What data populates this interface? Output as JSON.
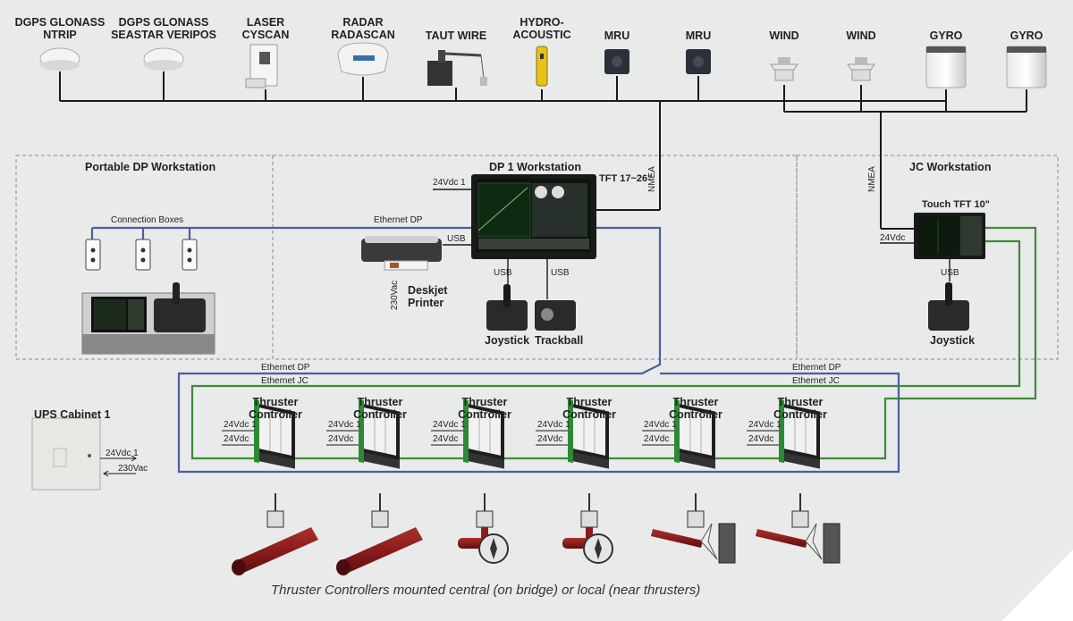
{
  "sensors": [
    {
      "label": "DGPS GLONASS\nNTRIP",
      "icon": "dome-antenna-icon"
    },
    {
      "label": "DGPS GLONASS\nSEASTAR VERIPOS",
      "icon": "dome-antenna-icon"
    },
    {
      "label": "LASER\nCYSCAN",
      "icon": "laser-sensor-icon"
    },
    {
      "label": "RADAR\nRADASCAN",
      "icon": "radar-dome-icon"
    },
    {
      "label": "TAUT WIRE",
      "icon": "taut-wire-icon"
    },
    {
      "label": "HYDRO-\nACOUSTIC",
      "icon": "hydro-acoustic-icon"
    },
    {
      "label": "MRU",
      "icon": "mru-icon"
    },
    {
      "label": "MRU",
      "icon": "mru-icon"
    },
    {
      "label": "WIND",
      "icon": "wind-sensor-icon"
    },
    {
      "label": "WIND",
      "icon": "wind-sensor-icon"
    },
    {
      "label": "GYRO",
      "icon": "gyro-icon"
    },
    {
      "label": "GYRO",
      "icon": "gyro-icon"
    }
  ],
  "zones": {
    "portable": "Portable DP Workstation",
    "dp1": "DP 1 Workstation",
    "jc": "JC Workstation"
  },
  "labels": {
    "connection_boxes": "Connection Boxes",
    "ethernet_dp": "Ethernet DP",
    "ethernet_jc": "Ethernet JC",
    "usb": "USB",
    "nmea": "NMEA",
    "v24_1": "24Vdc 1",
    "v24": "24Vdc",
    "v230": "230Vac",
    "tft_main": "TFT 17~26\"",
    "tft_touch": "Touch TFT 10\"",
    "printer": "Deskjet\nPrinter",
    "joystick": "Joystick",
    "trackball": "Trackball",
    "ups": "UPS Cabinet 1",
    "thruster_controller": "Thruster\nController",
    "caption": "Thruster Controllers mounted central (on bridge) or local (near thrusters)"
  },
  "colors": {
    "ethernet_dp": "#4a5f9e",
    "ethernet_jc": "#3f8a37",
    "sensor_bus": "#1a1a1a",
    "background": "#e9eaea",
    "pipe": "#8c1c1c"
  }
}
